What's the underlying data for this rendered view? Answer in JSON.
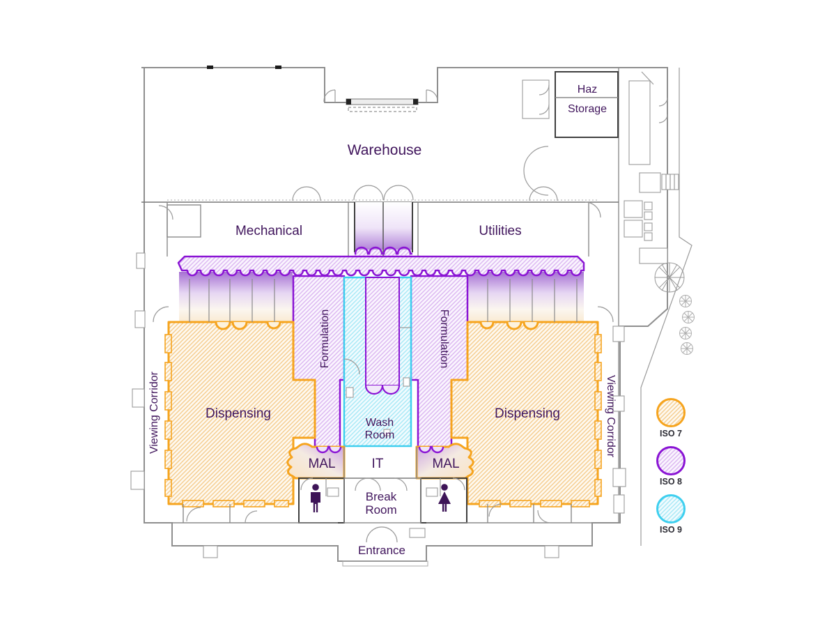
{
  "plan": {
    "warehouse": "Warehouse",
    "haz_storage_line1": "Haz",
    "haz_storage_line2": "Storage",
    "mechanical": "Mechanical",
    "utilities": "Utilities",
    "formulation_left": "Formulation",
    "formulation_right": "Formulation",
    "viewing_corridor_left": "Viewing Corridor",
    "viewing_corridor_right": "Viewing Corridor",
    "dispensing_left": "Dispensing",
    "dispensing_right": "Dispensing",
    "wash_room_line1": "Wash",
    "wash_room_line2": "Room",
    "mal_left": "MAL",
    "mal_right": "MAL",
    "it_room": "IT",
    "break_room_line1": "Break",
    "break_room_line2": "Room",
    "entrance": "Entrance"
  },
  "legend": {
    "items": [
      {
        "label": "ISO 7",
        "color": "#F6A41E",
        "pattern": "orange-diagonal-hatch"
      },
      {
        "label": "ISO 8",
        "color": "#8A14D4",
        "pattern": "purple-diagonal-hatch"
      },
      {
        "label": "ISO 9",
        "color": "#3ECFEF",
        "pattern": "cyan-diagonal-hatch"
      }
    ]
  },
  "colors": {
    "label_text": "#40155C",
    "iso7_accent": "#F6A41E",
    "iso8_accent": "#8A14D4",
    "iso9_accent": "#3ECFEF",
    "walls": "#8E8E8E"
  },
  "icons": {
    "male_restroom": "male-figure",
    "female_restroom": "female-figure",
    "spiral_stair": "spiral-stair",
    "trees": "tree"
  }
}
